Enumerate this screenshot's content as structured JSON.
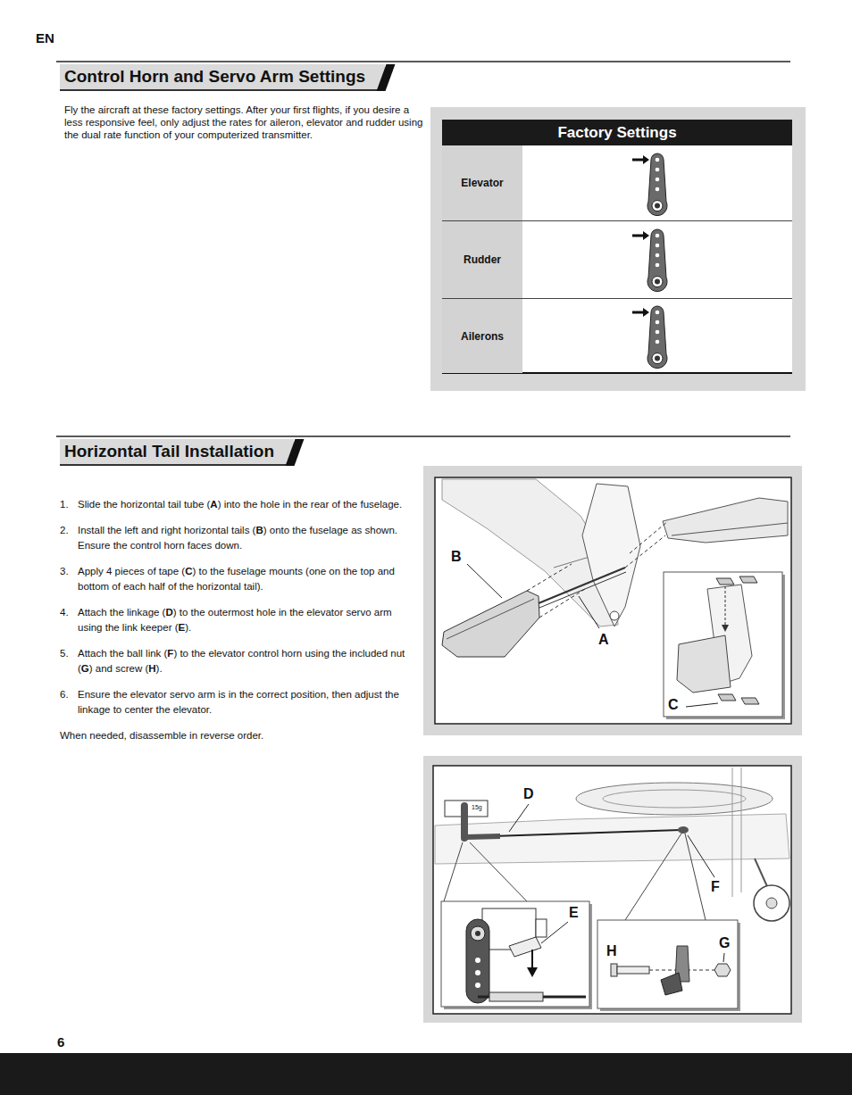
{
  "diagram": {
    "nodes": [
      {
        "text": [
          "Control Horn and Servo Arm Settings"
        ]
      },
      {
        "text": [
          "Factory Settings"
        ]
      },
      {
        "text": [
          "Elevator"
        ],
        "in": 1
      },
      {
        "text": [
          "Rudder"
        ],
        "in": 1
      },
      {
        "text": [
          "Ailerons"
        ],
        "in": 1
      },
      {
        "text": [
          "Horizontal Tail Installation"
        ]
      }
    ],
    "labels": [
      "EN",
      "Fly the aircraft at these factory settings. After your first flights, if you desire a less responsive feel, only adjust the rates for aileron, elevator and rudder using the dual rate function of your computerized transmitter.",
      "1.",
      "Slide the horizontal tail tube (A) into the hole in the rear of the fuselage.",
      "2.",
      "Install the left and right horizontal tails (B) onto the fuselage as shown. Ensure the control horn faces down.",
      "3.",
      "Apply 4 pieces of tape (C) to the fuselage mounts (one on the top and bottom of each half of the horizontal tail).",
      "4.",
      "Attach the linkage (D) to the outermost hole in the elevator servo arm using the link keeper (E).",
      "5.",
      "Attach the ball link (F) to the elevator control horn using the included nut (G) and screw (H).",
      "6.",
      "Ensure the elevator servo arm is in the correct position, then adjust the linkage to center the elevator.",
      "When needed, disassemble in reverse order.",
      "B",
      "A",
      "C",
      "15g",
      "D",
      "F",
      "E",
      "H",
      "G",
      "6"
    ]
  }
}
